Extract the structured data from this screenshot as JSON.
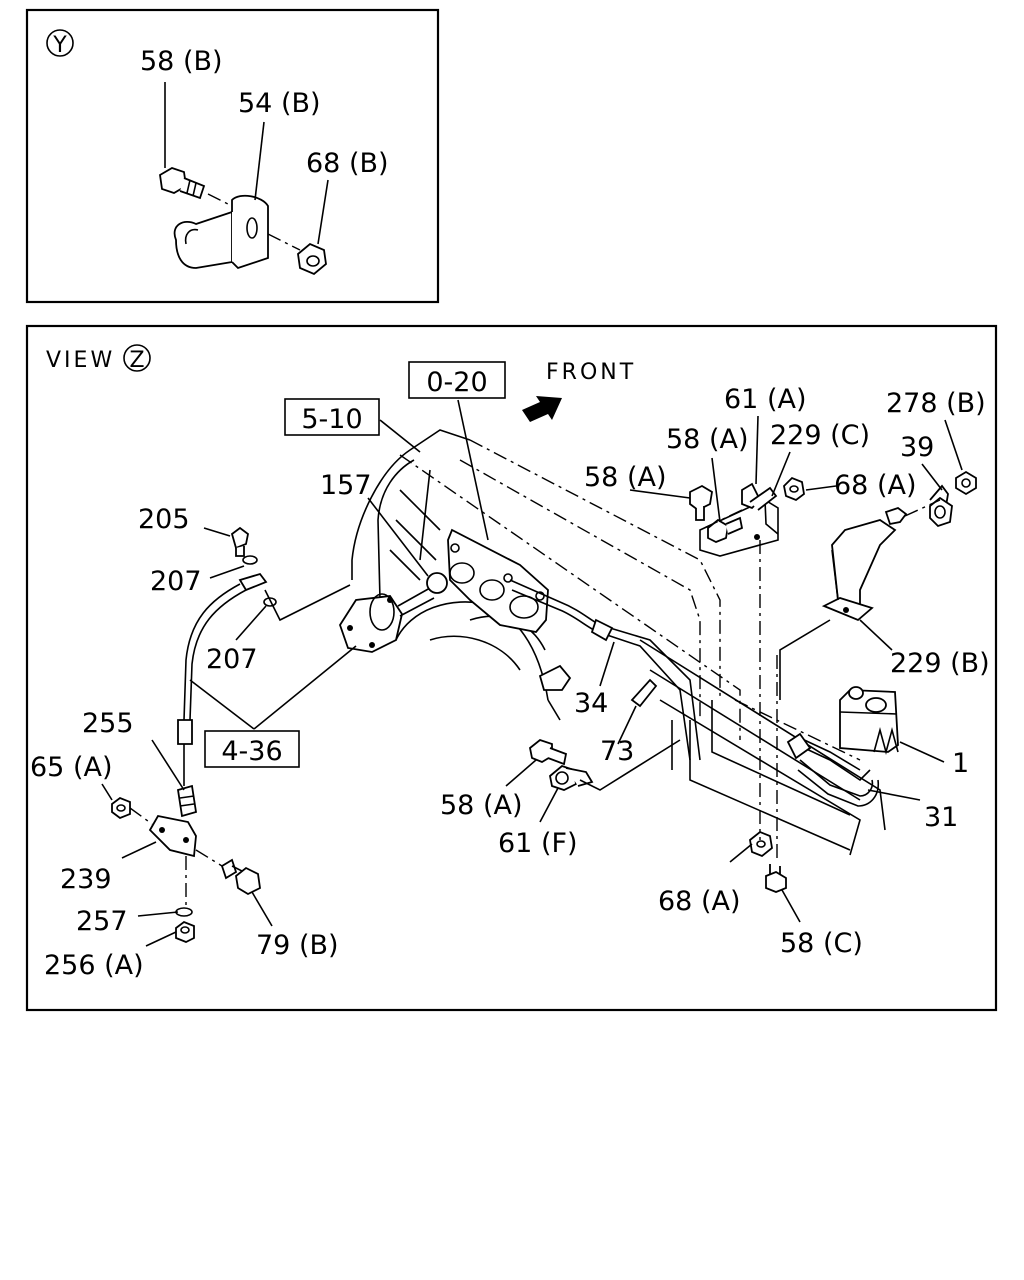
{
  "inset_y": {
    "marker": "Y",
    "labels": {
      "bolt": "58 (B)",
      "clip": "54 (B)",
      "nut": "68 (B)"
    }
  },
  "view_z": {
    "title": "VIEW",
    "marker": "Z",
    "front_label": "FRONT",
    "ref_boxes": {
      "r1": "0-20",
      "r2": "5-10",
      "r3": "4-36"
    },
    "labels": {
      "l157": "157",
      "l205": "205",
      "l207a": "207",
      "l207b": "207",
      "l255": "255",
      "l65a": "65 (A)",
      "l239": "239",
      "l257": "257",
      "l256a": "256 (A)",
      "l79b": "79 (B)",
      "l34": "34",
      "l73": "73",
      "l58a_low": "58 (A)",
      "l61f": "61 (F)",
      "l58a_top": "58 (A)",
      "l58a_mid": "58 (A)",
      "l61a": "61 (A)",
      "l229c": "229 (C)",
      "l68a_top": "68 (A)",
      "l278b": "278 (B)",
      "l39": "39",
      "l229b": "229 (B)",
      "l1": "1",
      "l31": "31",
      "l68a_bot": "68 (A)",
      "l58c": "58 (C)"
    }
  }
}
